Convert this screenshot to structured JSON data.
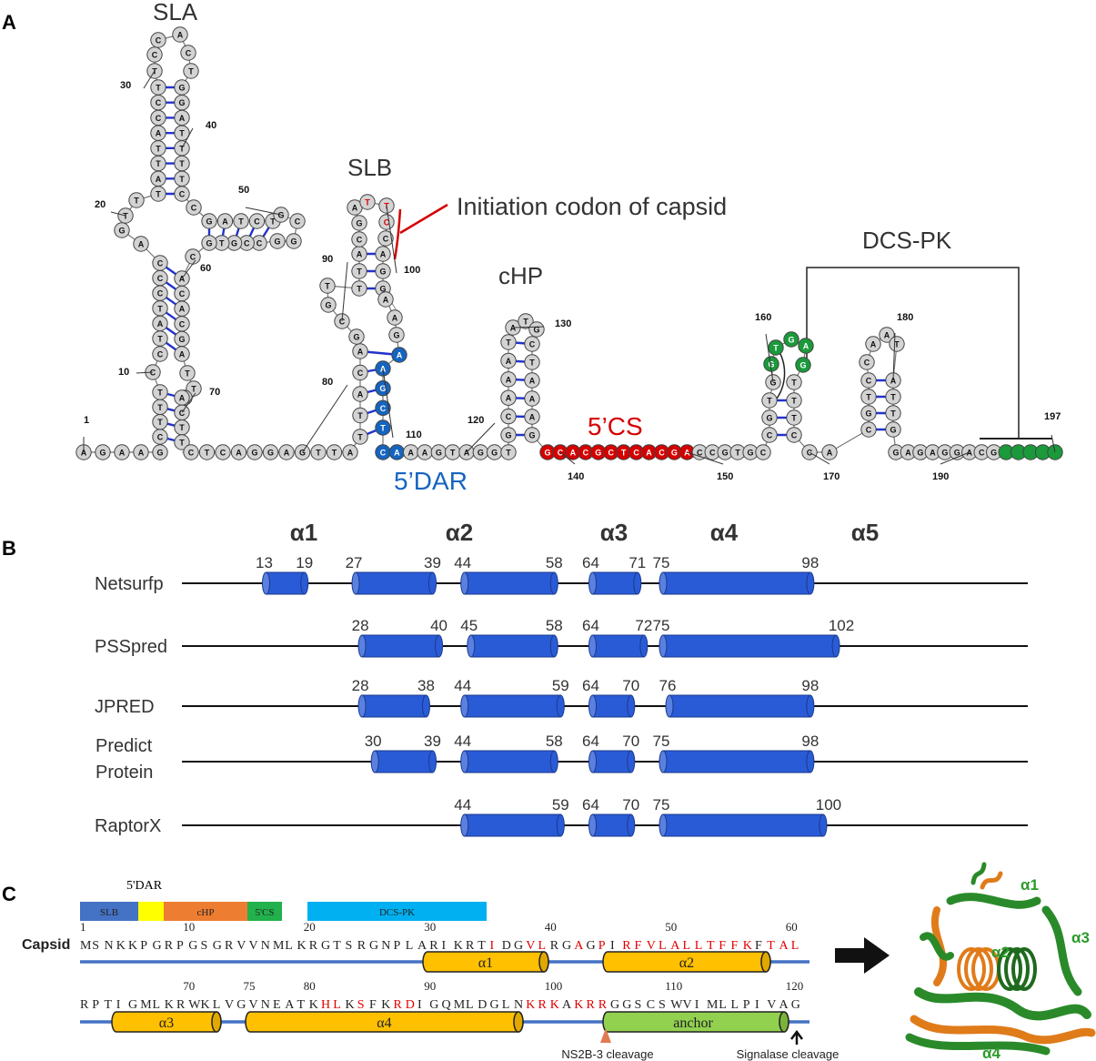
{
  "panels": {
    "a": "A",
    "b": "B",
    "c": "C"
  },
  "panel_a": {
    "structures": {
      "sla": "SLA",
      "slb": "SLB",
      "chp": "cHP",
      "dcs_pk": "DCS-PK"
    },
    "initiation_label": "Initiation codon of capsid",
    "dar_label": "5’DAR",
    "cs_label": "5’CS",
    "positions": [
      "1",
      "10",
      "20",
      "30",
      "40",
      "50",
      "60",
      "70",
      "80",
      "90",
      "100",
      "110",
      "120",
      "130",
      "140",
      "150",
      "160",
      "170",
      "180",
      "190",
      "197"
    ],
    "colors": {
      "nt_fill": "#d3d3d3",
      "dar": "#1565c0",
      "cs": "#d50000",
      "pk": "#1a9a3a",
      "pair": "#2233cc"
    }
  },
  "panel_b": {
    "chart_data": {
      "type": "table",
      "helix_headers": [
        "α1",
        "α2",
        "α3",
        "α4",
        "α5"
      ],
      "rows": [
        {
          "tool": "Netsurfp",
          "helices": [
            [
              13,
              19
            ],
            [
              27,
              39
            ],
            [
              44,
              58
            ],
            [
              64,
              71
            ],
            [
              75,
              98
            ]
          ]
        },
        {
          "tool": "PSSpred",
          "helices": [
            [
              28,
              40
            ],
            [
              45,
              58
            ],
            [
              64,
              72
            ],
            [
              75,
              102
            ]
          ]
        },
        {
          "tool": "JPRED",
          "helices": [
            [
              28,
              38
            ],
            [
              44,
              59
            ],
            [
              64,
              70
            ],
            [
              76,
              98
            ]
          ]
        },
        {
          "tool": "Predict\nProtein",
          "tool_lines": [
            "Predict",
            "Protein"
          ],
          "helices": [
            [
              30,
              39
            ],
            [
              44,
              58
            ],
            [
              64,
              70
            ],
            [
              75,
              98
            ]
          ]
        },
        {
          "tool": "RaptorX",
          "helices": [
            [
              44,
              59
            ],
            [
              64,
              70
            ],
            [
              75,
              100
            ]
          ]
        }
      ],
      "helix_color": "#2a5bd7"
    }
  },
  "panel_c": {
    "rna_domains": [
      {
        "label": "SLB",
        "color": "#4472c4"
      },
      {
        "label": "",
        "color": "#ffff00"
      },
      {
        "label": "cHP",
        "color": "#ed7d31"
      },
      {
        "label": "5'CS",
        "color": "#22b14c"
      },
      {
        "label": "DCS-PK",
        "color": "#00b0f0"
      }
    ],
    "dar_label": "5'DAR",
    "capsid_label": "Capsid",
    "sequence_line1": "MSNKKPGRPGSGRVVNMLKRGTSRGNPLARIKRTIDGVLRGAGPIRFVLALLTFFKFTAL",
    "sequence_line2": "RPTIGMLKRWKLVGVNEATKHLKSFKRDIGQMLDGLNKRKAKRRGGSCSWVIMLLPIVAG",
    "red_positions": [
      35,
      38,
      39,
      42,
      44,
      46,
      47,
      48,
      49,
      50,
      51,
      52,
      53,
      54,
      55,
      56,
      58,
      59,
      60,
      81,
      82,
      84,
      87,
      88,
      98,
      99,
      100,
      102,
      103,
      104
    ],
    "numbers_line1": [
      "1",
      "10",
      "20",
      "30",
      "40",
      "50",
      "60"
    ],
    "numbers_line2": [
      "70",
      "75",
      "80",
      "90",
      "100",
      "110",
      "120"
    ],
    "helices": [
      "α1",
      "α2",
      "α3",
      "α4"
    ],
    "anchor_label": "anchor",
    "ns2b3_label": "NS2B-3 cleavage",
    "signalase_label": "Signalase cleavage",
    "structure_labels": [
      "α1",
      "α3",
      "α2",
      "α4"
    ],
    "colors": {
      "helix": "#ffc000",
      "anchor": "#92d050",
      "line": "#4472c4",
      "red": "#e00000",
      "green_res": "#2a9a2a",
      "orange_res": "#e07b1a"
    }
  }
}
